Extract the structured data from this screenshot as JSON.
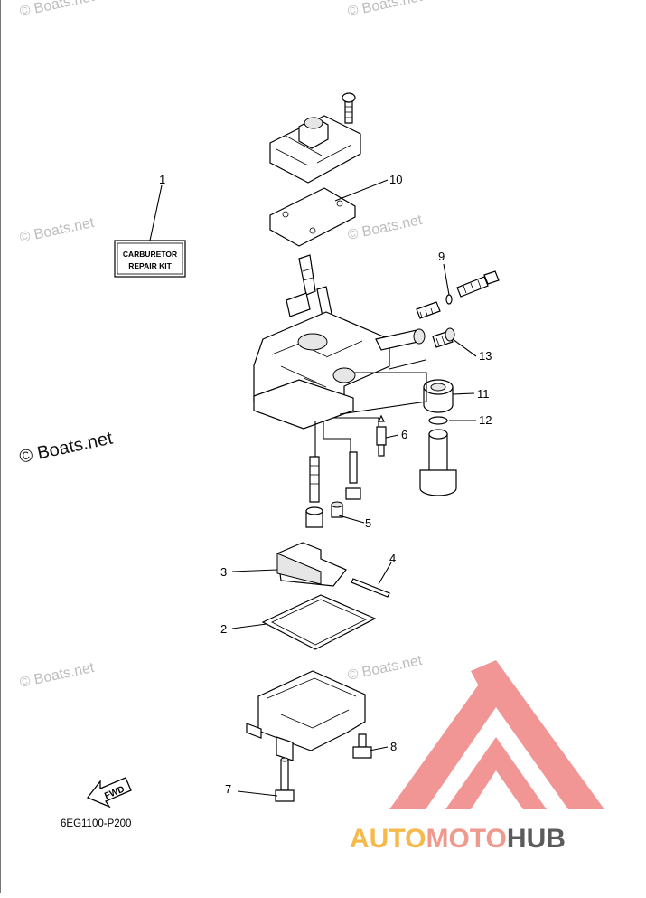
{
  "kit_box": {
    "line1": "CARBURETOR",
    "line2": "REPAIR KIT"
  },
  "callouts": [
    {
      "num": "1"
    },
    {
      "num": "2"
    },
    {
      "num": "3"
    },
    {
      "num": "4"
    },
    {
      "num": "5"
    },
    {
      "num": "6"
    },
    {
      "num": "7"
    },
    {
      "num": "8"
    },
    {
      "num": "9"
    },
    {
      "num": "10"
    },
    {
      "num": "11"
    },
    {
      "num": "12"
    },
    {
      "num": "13"
    }
  ],
  "fwd_label": "FWD",
  "diagram_code": "6EG1100-P200",
  "watermarks": {
    "light": "© Boats.net",
    "dark": "© Boats.net"
  },
  "brand": {
    "auto": "AUTO",
    "moto": "MOTO",
    "hub": "HUB",
    "colors": {
      "auto": "#f6b94a",
      "moto": "#f09a8e",
      "hub": "#5b5b5b",
      "logo": "#f08a8a"
    }
  }
}
